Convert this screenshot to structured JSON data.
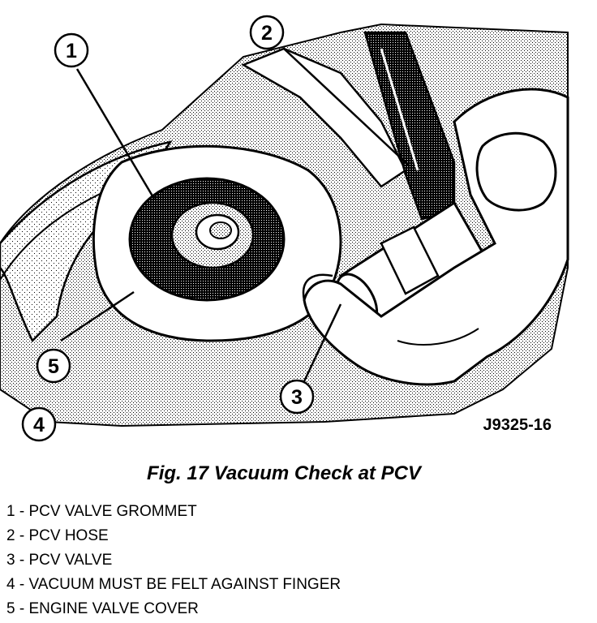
{
  "figure_id": "J9325-16",
  "caption": "Fig. 17 Vacuum Check at PCV",
  "callouts": [
    {
      "number": "1"
    },
    {
      "number": "2"
    },
    {
      "number": "3"
    },
    {
      "number": "4"
    },
    {
      "number": "5"
    }
  ],
  "legend": [
    {
      "number": "1",
      "separator": "-",
      "text": "PCV VALVE GROMMET"
    },
    {
      "number": "2",
      "separator": "-",
      "text": "PCV HOSE"
    },
    {
      "number": "3",
      "separator": "-",
      "text": "PCV VALVE"
    },
    {
      "number": "4",
      "separator": "-",
      "text": "VACUUM MUST BE FELT AGAINST FINGER"
    },
    {
      "number": "5",
      "separator": "-",
      "text": "ENGINE VALVE COVER"
    }
  ]
}
